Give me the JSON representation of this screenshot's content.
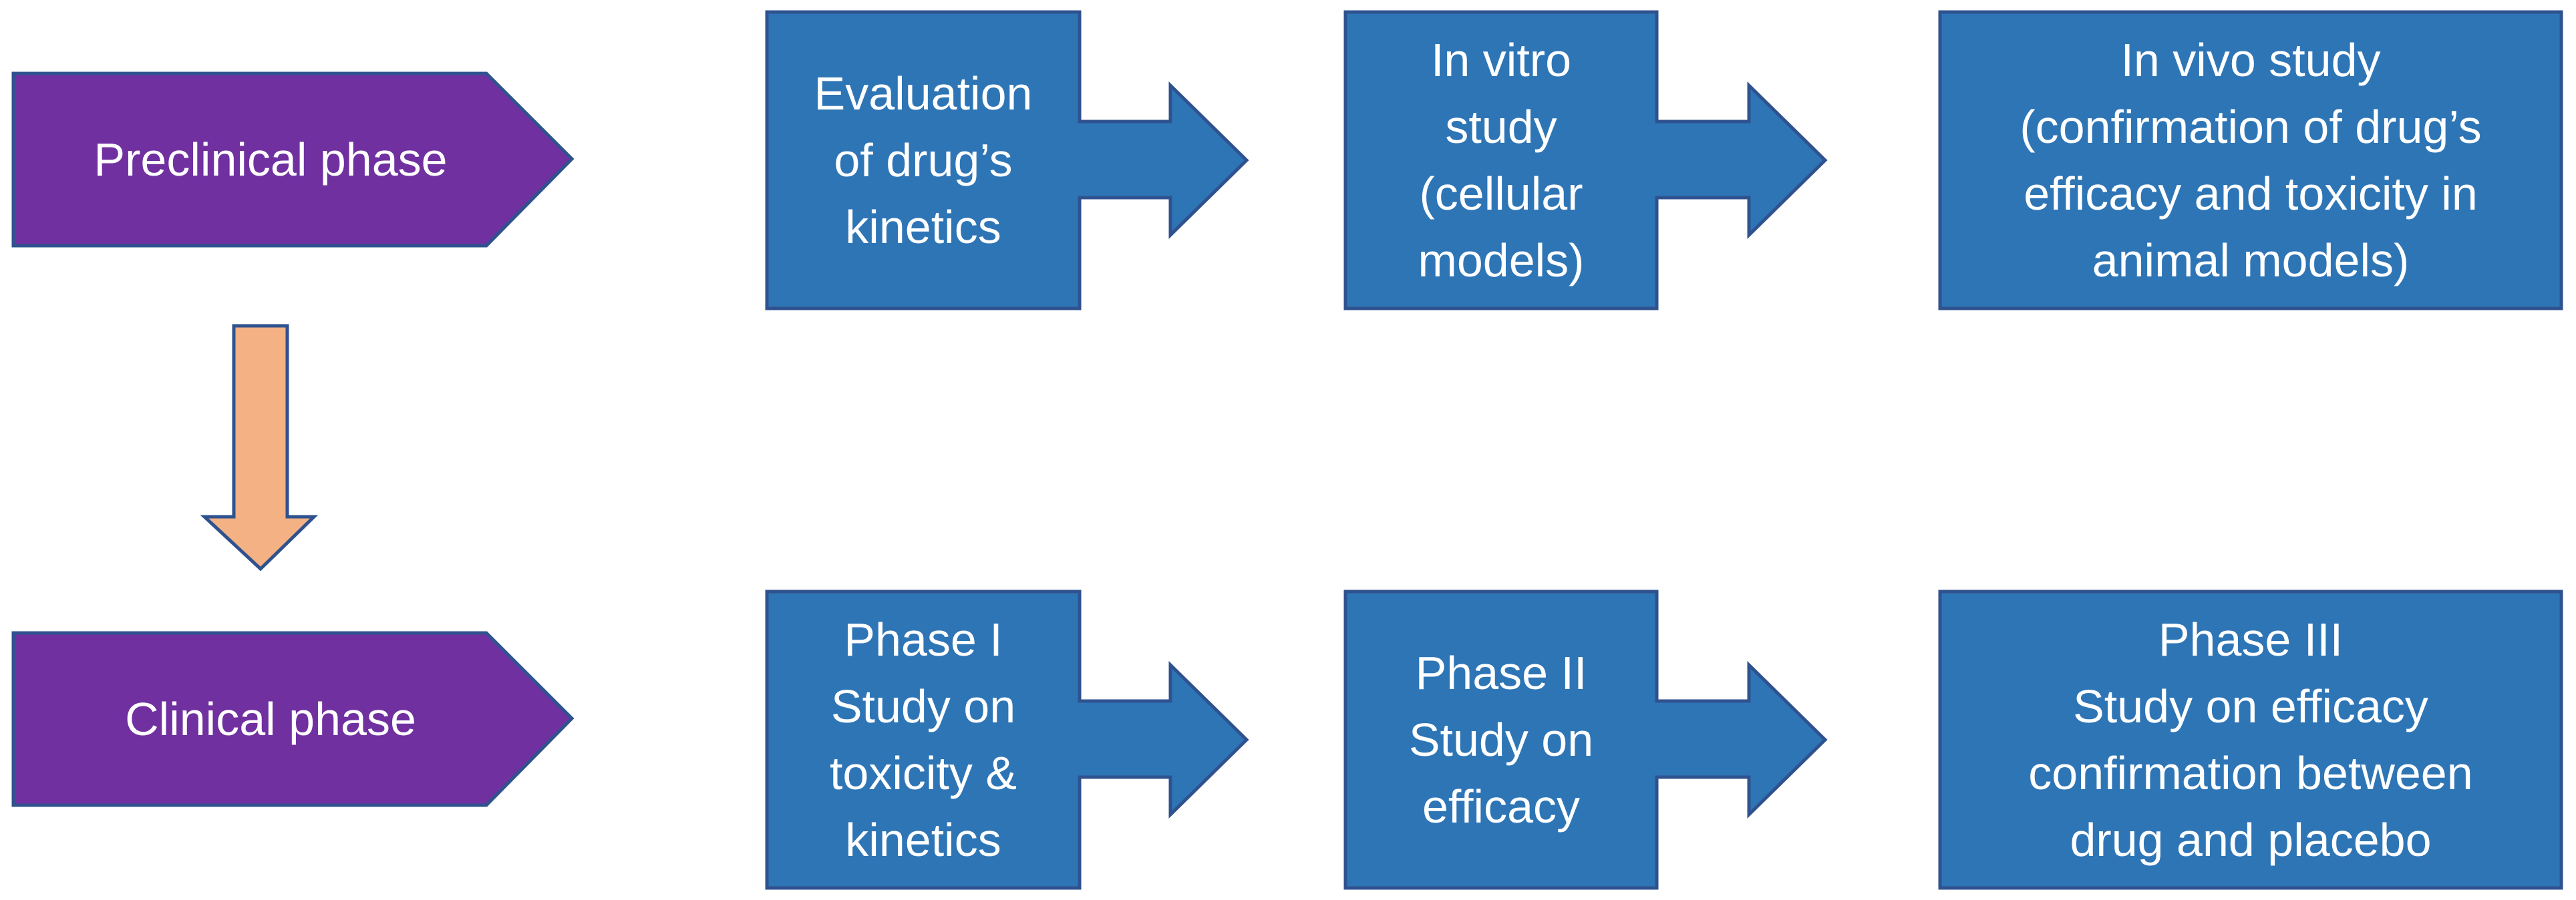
{
  "colors": {
    "phase_fill": "#7030a0",
    "step_fill": "#2e75b6",
    "step_stroke": "#2f528f",
    "down_arrow_fill": "#f4b183"
  },
  "phases": {
    "preclinical": "Preclinical phase",
    "clinical": "Clinical phase"
  },
  "preclinical_steps": [
    {
      "lines": [
        "Evaluation",
        "of drug’s",
        "kinetics"
      ]
    },
    {
      "lines": [
        "In vitro",
        "study",
        "(cellular",
        "models)"
      ]
    },
    {
      "lines": [
        "In vivo study",
        "(confirmation of drug’s",
        "efficacy and toxicity in",
        "animal models)"
      ]
    }
  ],
  "clinical_steps": [
    {
      "lines": [
        "Phase I",
        "Study on",
        "toxicity &",
        "kinetics"
      ]
    },
    {
      "lines": [
        "Phase II",
        "Study on",
        "efficacy"
      ]
    },
    {
      "lines": [
        "Phase III",
        "Study on efficacy",
        "confirmation between",
        "drug and placebo"
      ]
    }
  ]
}
